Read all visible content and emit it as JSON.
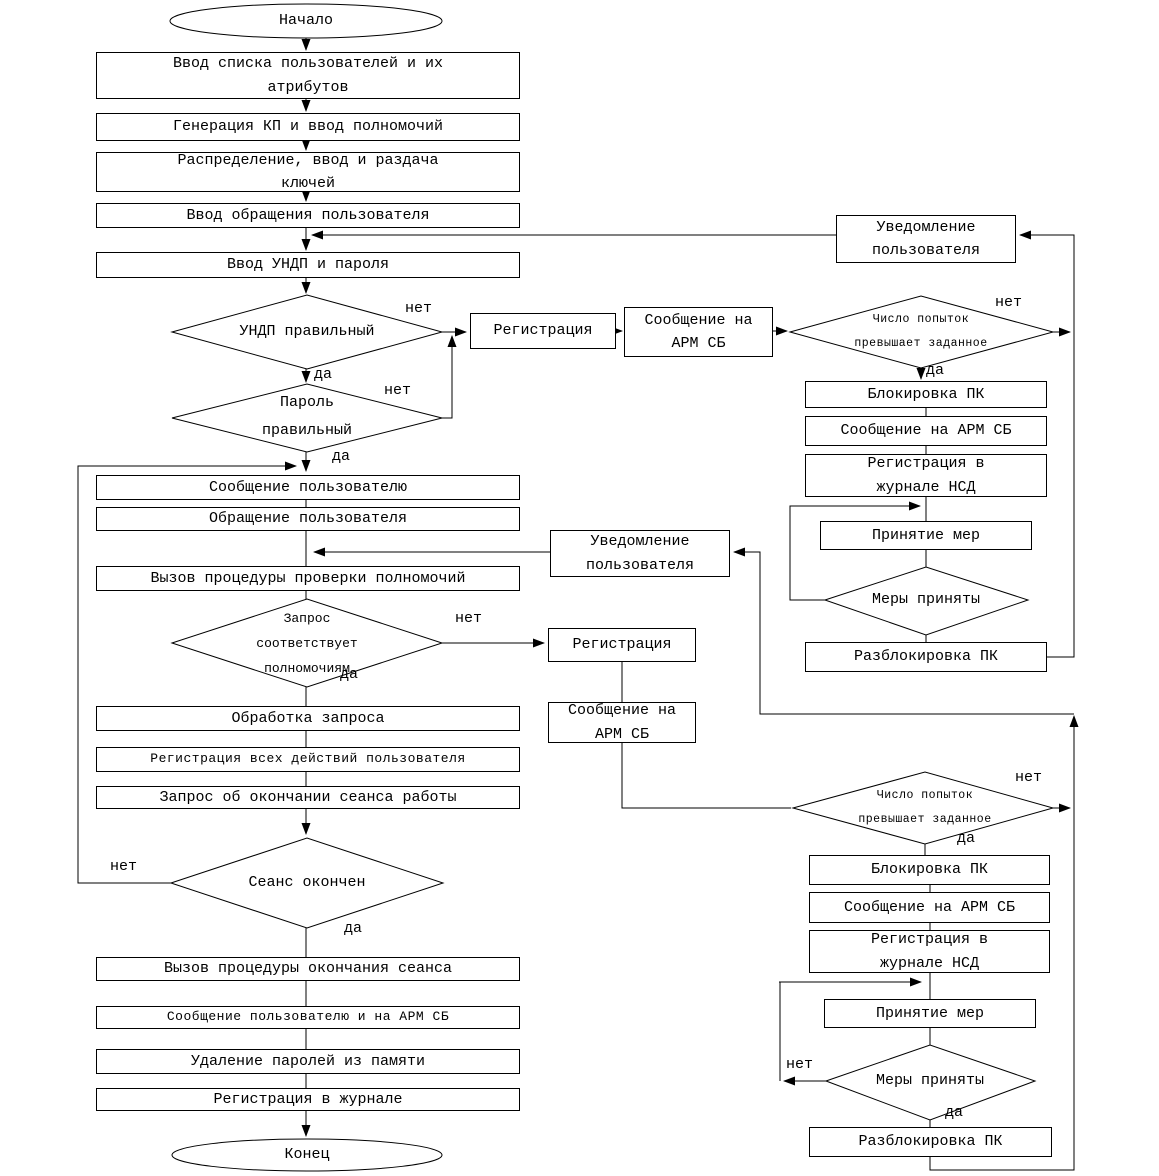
{
  "nodes": {
    "start": "Начало",
    "input_user_list": "Ввод списка пользователей и их\nатрибутов",
    "generate_kp": "Генерация КП и ввод полномочий",
    "distribute_keys": "Распределение, ввод и раздача\nключей",
    "input_appeal": "Ввод обращения пользователя",
    "input_undp": "Ввод УНДП и пароля",
    "undp_valid": "УНДП правильный",
    "password_valid": "Пароль\nправильный",
    "message_to_user": "Сообщение пользователю",
    "user_appeal": "Обращение пользователя",
    "call_authority_check": "Вызов процедуры проверки полномочий",
    "request_matches_authority": "Запрос\nсоответствует\nполномочиям",
    "process_request": "Обработка запроса",
    "register_all_actions": "Регистрация всех действий пользователя",
    "session_end_request": "Запрос об окончании сеанса работы",
    "session_over": "Сеанс окончен",
    "call_session_end": "Вызов процедуры окончания сеанса",
    "message_user_and_arm": "Сообщение пользователю и на АРМ СБ",
    "delete_passwords": "Удаление паролей из памяти",
    "register_in_journal": "Регистрация в журнале",
    "end": "Конец",
    "registration_1": "Регистрация",
    "message_arm_1": "Сообщение на\nАРМ СБ",
    "notify_user_1": "Уведомление\nпользователя",
    "attempts_exceeded_1": "Число попыток\nпревышает заданное",
    "lock_pc_1": "Блокировка ПК",
    "message_arm_1b": "Сообщение на АРМ СБ",
    "register_nsd_1": "Регистрация в\nжурнале НСД",
    "take_measures_1": "Принятие мер",
    "measures_taken_1": "Меры приняты",
    "unlock_pc_1": "Разблокировка ПК",
    "notify_user_2": "Уведомление\nпользователя",
    "registration_2": "Регистрация",
    "message_arm_2": "Сообщение на\nАРМ СБ",
    "attempts_exceeded_2": "Число попыток\nпревышает заданное",
    "lock_pc_2": "Блокировка ПК",
    "message_arm_2b": "Сообщение на АРМ СБ",
    "register_nsd_2": "Регистрация в\nжурнале НСД",
    "take_measures_2": "Принятие мер",
    "measures_taken_2": "Меры приняты",
    "unlock_pc_2": "Разблокировка ПК"
  },
  "labels": {
    "yes": "да",
    "no": "нет"
  },
  "colors": {
    "line": "#000000",
    "background": "#ffffff"
  }
}
